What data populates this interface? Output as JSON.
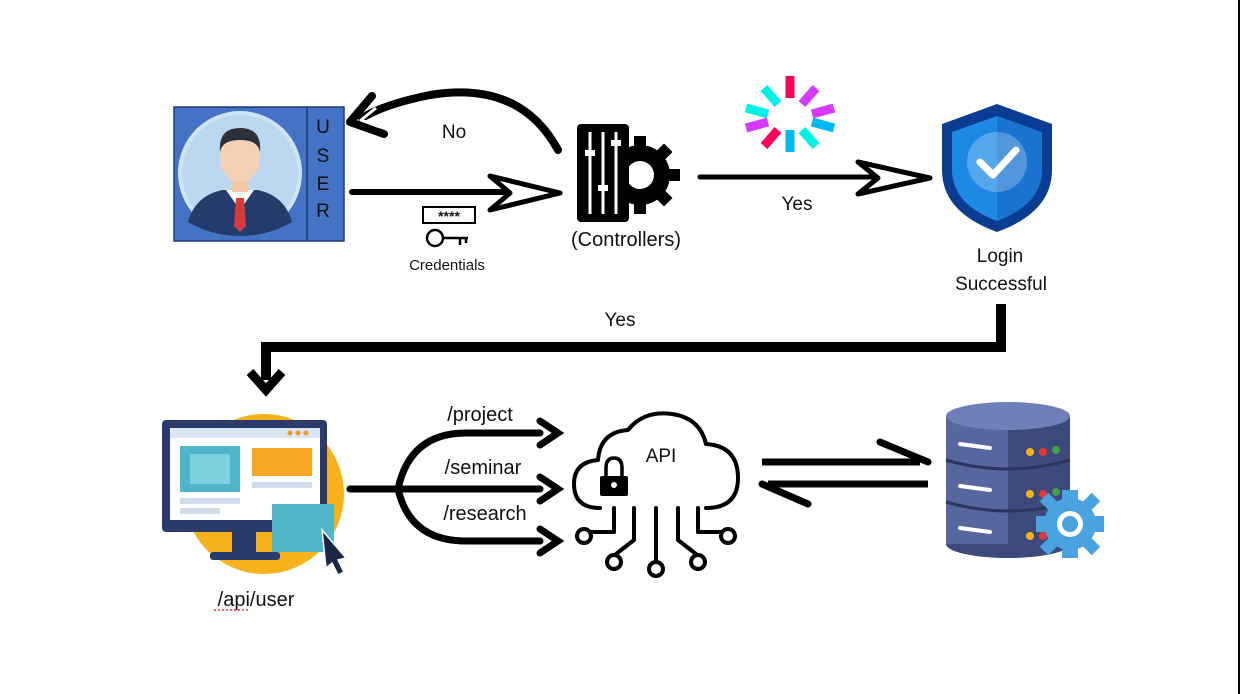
{
  "user_box": {
    "letters": [
      "U",
      "S",
      "E",
      "R"
    ]
  },
  "labels": {
    "no": "No",
    "yes_top": "Yes",
    "credentials": "Credentials",
    "controllers": "(Controllers)",
    "login_line1": "Login",
    "login_line2": "Successful",
    "yes_mid": "Yes",
    "api_user": "/api/user",
    "api": "API"
  },
  "credentials_mask": "****",
  "routes": [
    "/project",
    "/seminar",
    "/research"
  ],
  "colors": {
    "user_panel": "#4472c4",
    "shield_outer": "#0a3d91",
    "shield_inner": "#1e88e5",
    "monitor_circle": "#f6b21a",
    "database": "#4a5a8c",
    "gear": "#4aa3df"
  }
}
